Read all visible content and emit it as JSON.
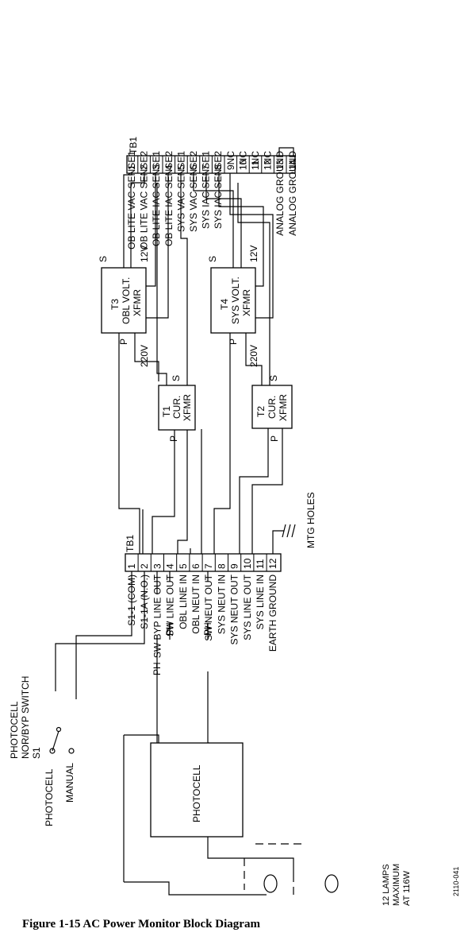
{
  "title": "Figure 1-15 AC Power Monitor Block Diagram",
  "figure_id": "2110-041",
  "tb1_right": {
    "header": "TB1",
    "terminals": [
      {
        "num": "1",
        "label": "OB LITE VAC SENSE1"
      },
      {
        "num": "2",
        "label": "OB LITE VAC SENSE2"
      },
      {
        "num": "3",
        "label": "OB LITE IAC SENSE1"
      },
      {
        "num": "4",
        "label": "OB LITE IAC SENSE2"
      },
      {
        "num": "5",
        "label": "SYS VAC SENSE1"
      },
      {
        "num": "6",
        "label": "SYS VAC SENSE2"
      },
      {
        "num": "7",
        "label": "SYS IAC SENSE1"
      },
      {
        "num": "8",
        "label": "SYS IAC SENSE2"
      },
      {
        "num": "9",
        "label": "NC"
      },
      {
        "num": "10",
        "label": "NC"
      },
      {
        "num": "11",
        "label": "NC"
      },
      {
        "num": "12",
        "label": "NC"
      },
      {
        "num": "13",
        "label": "ANALOG GROUND"
      },
      {
        "num": "14",
        "label": "ANALOG GROUND"
      }
    ]
  },
  "tb1_left": {
    "header": "TB1",
    "terminals": [
      {
        "num": "1",
        "label": "S1-1 (COM)"
      },
      {
        "num": "2",
        "label": "S1-1A (N.O.)"
      },
      {
        "num": "3",
        "label": "SW BYP LINE OUT"
      },
      {
        "num": "4",
        "label": "SW LINE OUT"
      },
      {
        "num": "5",
        "label": "OBL LINE IN"
      },
      {
        "num": "6",
        "label": "OBL NEUT IN"
      },
      {
        "num": "7",
        "label": "SW NEUT OUT"
      },
      {
        "num": "8",
        "label": "SYS NEUT IN"
      },
      {
        "num": "9",
        "label": "SYS NEUT OUT"
      },
      {
        "num": "10",
        "label": "SYS LINE OUT"
      },
      {
        "num": "11",
        "label": "SYS LINE IN"
      },
      {
        "num": "12",
        "label": "EARTH GROUND"
      }
    ]
  },
  "transformers": {
    "t3": {
      "lines": [
        "T3",
        "OBL VOLT.",
        "XFMR"
      ],
      "p": "P",
      "s": "S",
      "v_in": "220V",
      "v_out": "12V"
    },
    "t4": {
      "lines": [
        "T4",
        "SYS VOLT.",
        "XFMR"
      ],
      "p": "P",
      "s": "S",
      "v_in": "220V",
      "v_out": "12V"
    },
    "t1": {
      "lines": [
        "T1",
        "CUR.",
        "XFMR"
      ],
      "p": "P",
      "s": "S"
    },
    "t2": {
      "lines": [
        "T2",
        "CUR.",
        "XFMR"
      ],
      "p": "P",
      "s": "S"
    }
  },
  "switch": {
    "lines": [
      "PHOTOCELL",
      "NOR/BYP SWITCH",
      "S1"
    ],
    "photocell_pos": "PHOTOCELL",
    "manual_pos": "MANUAL"
  },
  "photocell_box": "PHOTOCELL",
  "ph_labels": [
    "PH",
    "PH",
    "PH"
  ],
  "mtg_holes": "MTG HOLES",
  "lamps": [
    "12 LAMPS",
    "MAXIMUM",
    "AT 116W"
  ]
}
